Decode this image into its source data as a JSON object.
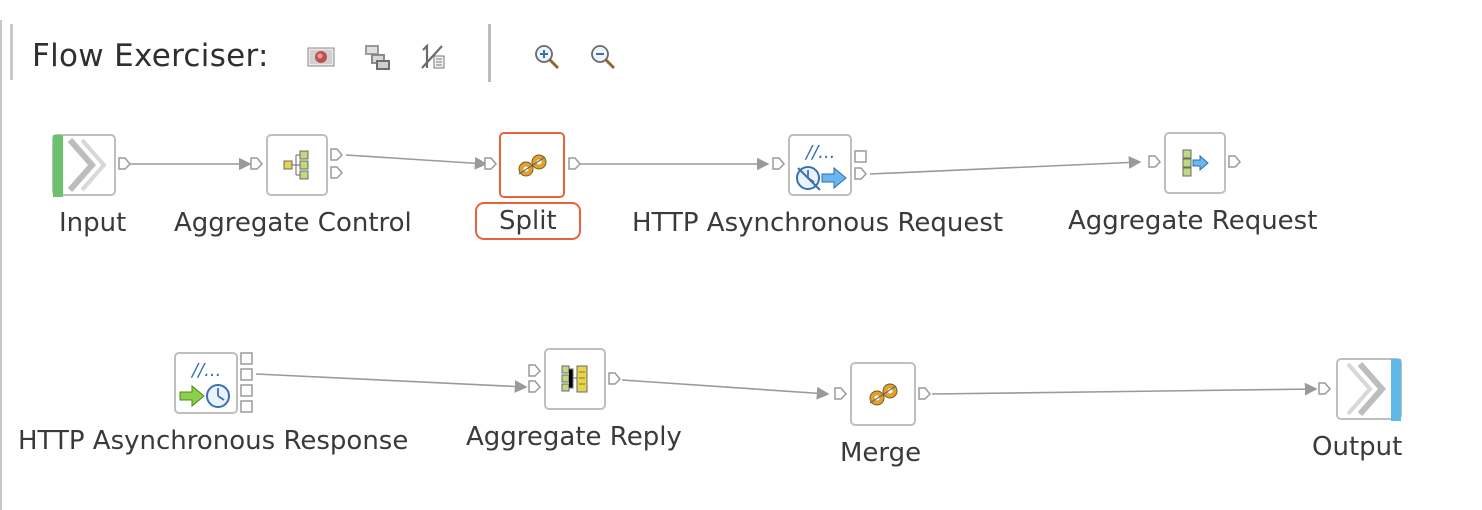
{
  "toolbar": {
    "title": "Flow Exerciser:",
    "buttons": [
      {
        "icon": "record-icon"
      },
      {
        "icon": "view-messages-icon"
      },
      {
        "icon": "send-message-icon"
      }
    ],
    "zoom_in_icon": "zoom-in-icon",
    "zoom_out_icon": "zoom-out-icon"
  },
  "flow": {
    "nodes": {
      "input": {
        "label": "Input",
        "icon": "mq-input-icon"
      },
      "aggregate_control": {
        "label": "Aggregate Control",
        "icon": "aggregate-control-icon"
      },
      "split": {
        "label": "Split",
        "icon": "split-gears-icon",
        "selected": true
      },
      "http_async_request": {
        "label": "HTTP Asynchronous Request",
        "icon": "http-async-request-icon"
      },
      "aggregate_request": {
        "label": "Aggregate Request",
        "icon": "aggregate-request-icon"
      },
      "http_async_response": {
        "label": "HTTP Asynchronous Response",
        "icon": "http-async-response-icon"
      },
      "aggregate_reply": {
        "label": "Aggregate Reply",
        "icon": "aggregate-reply-icon"
      },
      "merge": {
        "label": "Merge",
        "icon": "merge-gears-icon"
      },
      "output": {
        "label": "Output",
        "icon": "mq-output-icon"
      }
    }
  },
  "colors": {
    "selection": "#e8623a",
    "wire": "#9a9a9a",
    "node_border": "#bfbfbf",
    "input_accent": "#6cc26c",
    "output_accent": "#5fb8e8"
  }
}
